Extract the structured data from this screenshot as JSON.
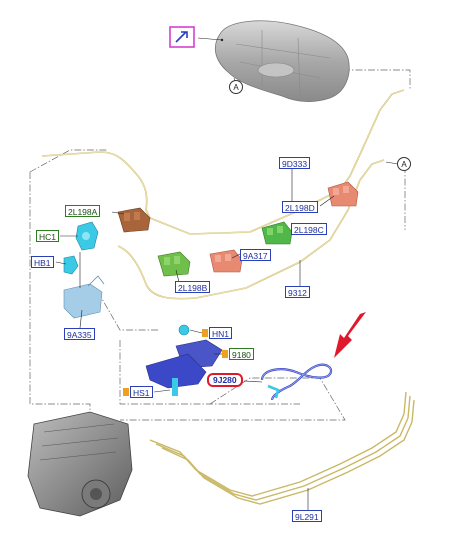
{
  "labels": {
    "l_9d333": "9D333",
    "l_2l198d": "2L198D",
    "l_2l198c": "2L198C",
    "l_9a317": "9A317",
    "l_9312": "9312",
    "l_2l198a": "2L198A",
    "l_hc1": "HC1",
    "l_hb1": "HB1",
    "l_2l198b": "2L198B",
    "l_9a335": "9A335",
    "l_hn1": "HN1",
    "l_9180": "9180",
    "l_9j280": "9J280",
    "l_hs1": "HS1",
    "l_9l291": "9L291"
  },
  "refs": {
    "a_top": "A",
    "a_right": "A"
  },
  "colors": {
    "callout_blue": "#2a3fb8",
    "callout_green": "#2f7d22",
    "highlight_red": "#e0192a",
    "arrow_red": "#e0192a",
    "pipe_yellow": "#e2d48a",
    "part_cyan": "#3cc9e6",
    "part_blue": "#3b49c8",
    "part_green": "#6fbf4a",
    "part_salmon": "#e88a72",
    "part_brown": "#a8643a",
    "connector_orange": "#f0a020",
    "frame_magenta": "#d63fd0"
  },
  "icons": {
    "view_icon": "view-direction-icon",
    "arrow": "pointer-arrow-icon"
  }
}
